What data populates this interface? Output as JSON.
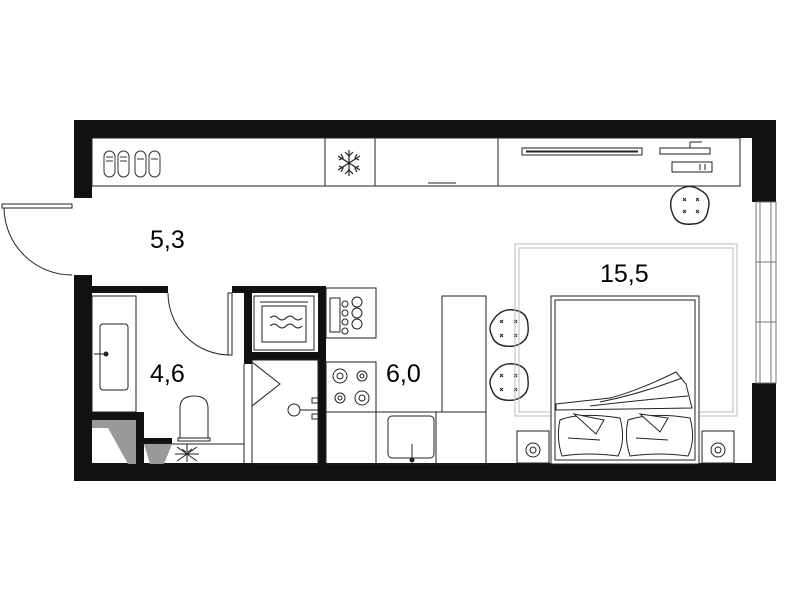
{
  "rooms": {
    "hallway": {
      "area": "5,3"
    },
    "bathroom": {
      "area": "4,6"
    },
    "kitchen": {
      "area": "6,0"
    },
    "living_room": {
      "area": "15,5"
    }
  },
  "colors": {
    "wall": "#111111",
    "line": "#222222",
    "light_line": "#bbbbbb",
    "shadow": "#999999",
    "background": "#ffffff"
  },
  "icons": [
    "snowflake-icon",
    "slippers-icon",
    "plant-icon",
    "flower-chair-icon"
  ]
}
